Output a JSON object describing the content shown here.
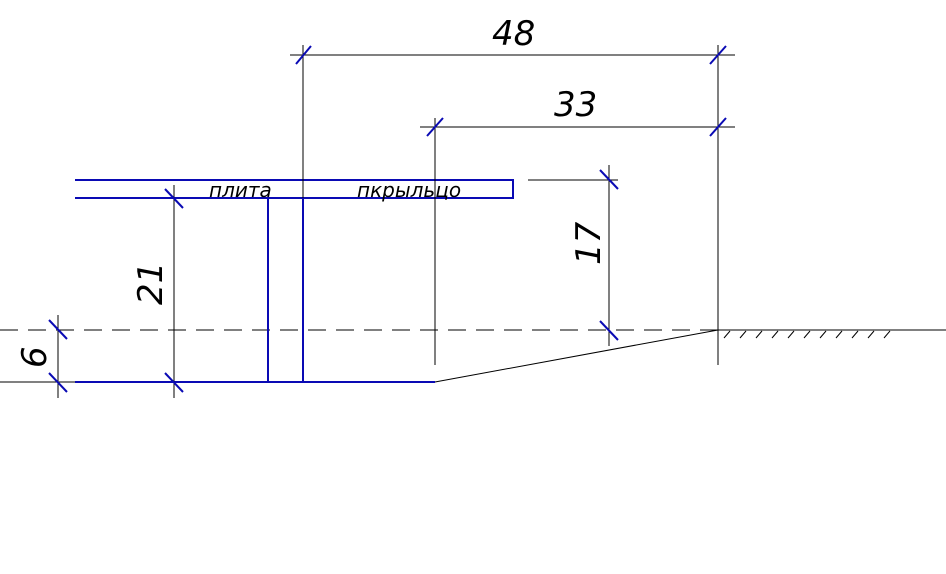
{
  "dimensions": {
    "d48": "48",
    "d33": "33",
    "d17": "17",
    "d21": "21",
    "d6": "6"
  },
  "labels": {
    "slab": "плита",
    "porch": "пкрыльцо"
  },
  "colors": {
    "outline": "#0a0ab4",
    "line": "#000000",
    "background": "#ffffff"
  }
}
